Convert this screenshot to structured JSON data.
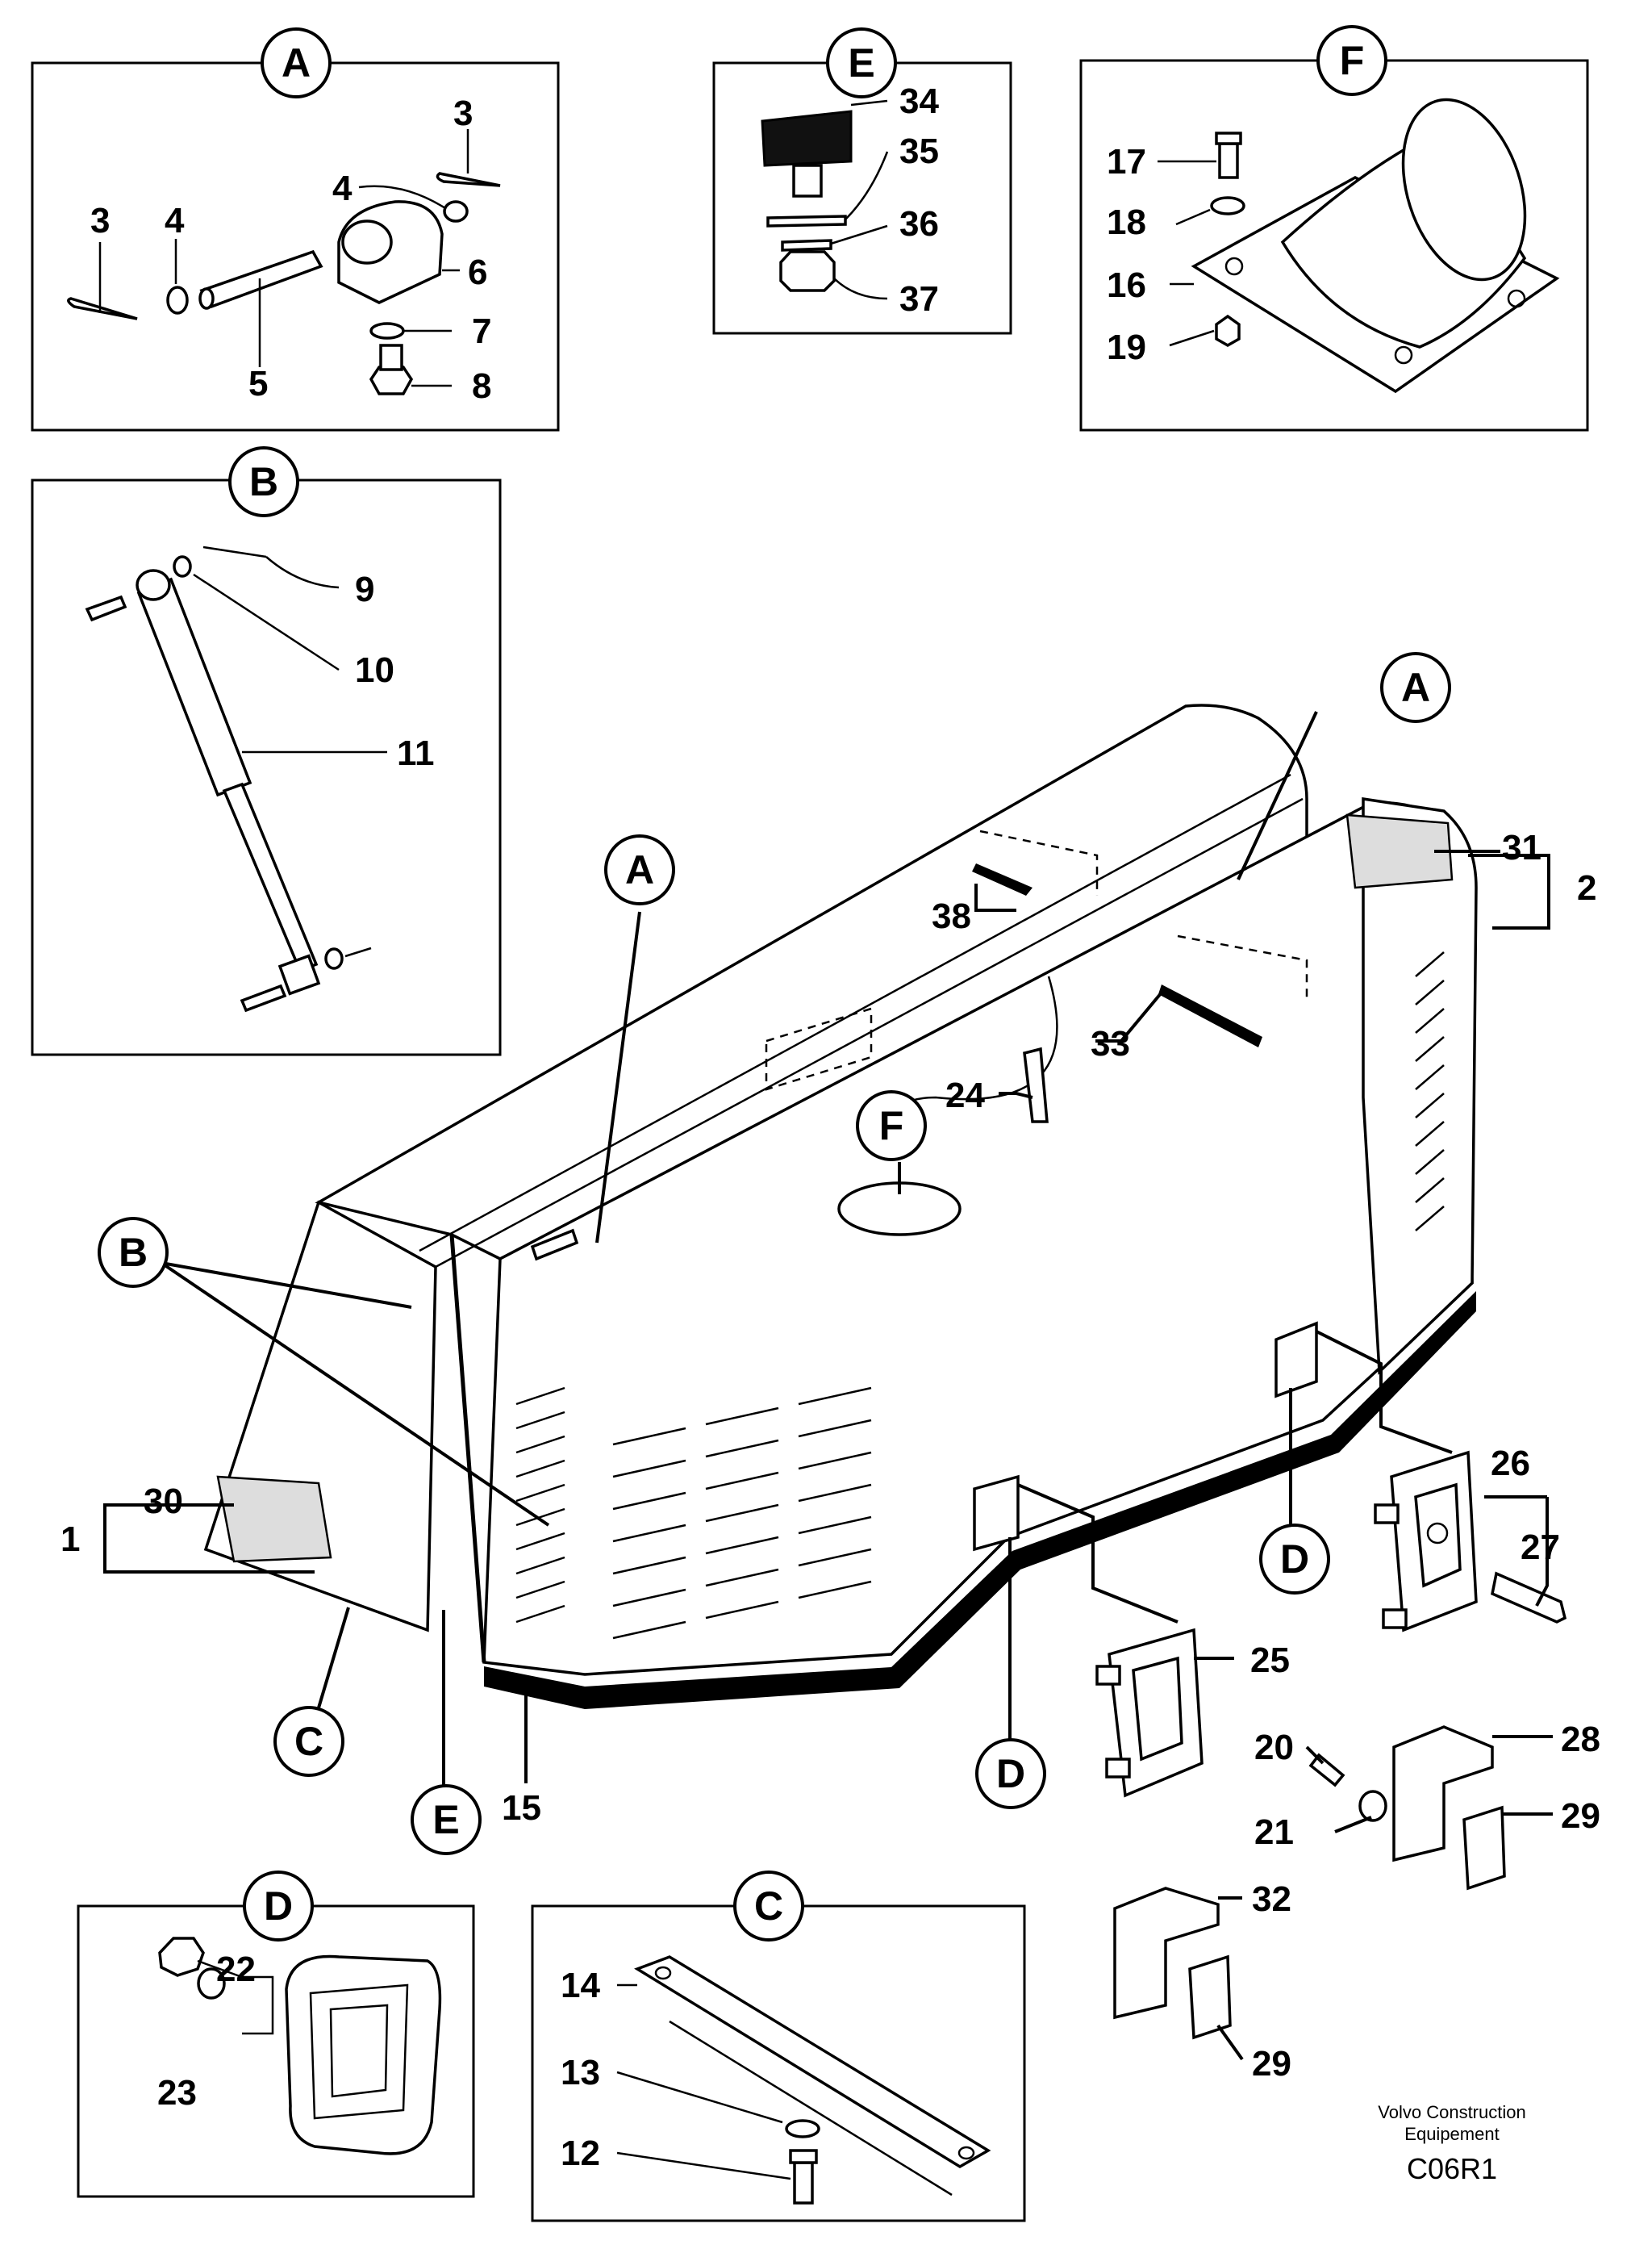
{
  "diagram_id": "C06R1",
  "credit": [
    "Volvo Construction",
    "Equipement"
  ],
  "detail_views": {
    "A": {
      "letter": "A",
      "labels": [
        "3",
        "4",
        "3",
        "4",
        "6",
        "5",
        "7",
        "8"
      ]
    },
    "B": {
      "letter": "B",
      "labels": [
        "9",
        "10",
        "11"
      ]
    },
    "E": {
      "letter": "E",
      "labels": [
        "34",
        "35",
        "36",
        "37"
      ]
    },
    "F": {
      "letter": "F",
      "labels": [
        "17",
        "18",
        "16",
        "19"
      ]
    },
    "D": {
      "letter": "D",
      "labels": [
        "22",
        "23"
      ]
    },
    "C": {
      "letter": "C",
      "labels": [
        "14",
        "13",
        "12"
      ]
    }
  },
  "main_view": {
    "callouts": [
      "A",
      "A",
      "B",
      "F",
      "C",
      "E",
      "D",
      "D"
    ],
    "labels": [
      "31",
      "2",
      "38",
      "33",
      "24",
      "30",
      "1",
      "15",
      "26",
      "27",
      "25",
      "20",
      "28",
      "21",
      "29",
      "32",
      "29"
    ]
  }
}
